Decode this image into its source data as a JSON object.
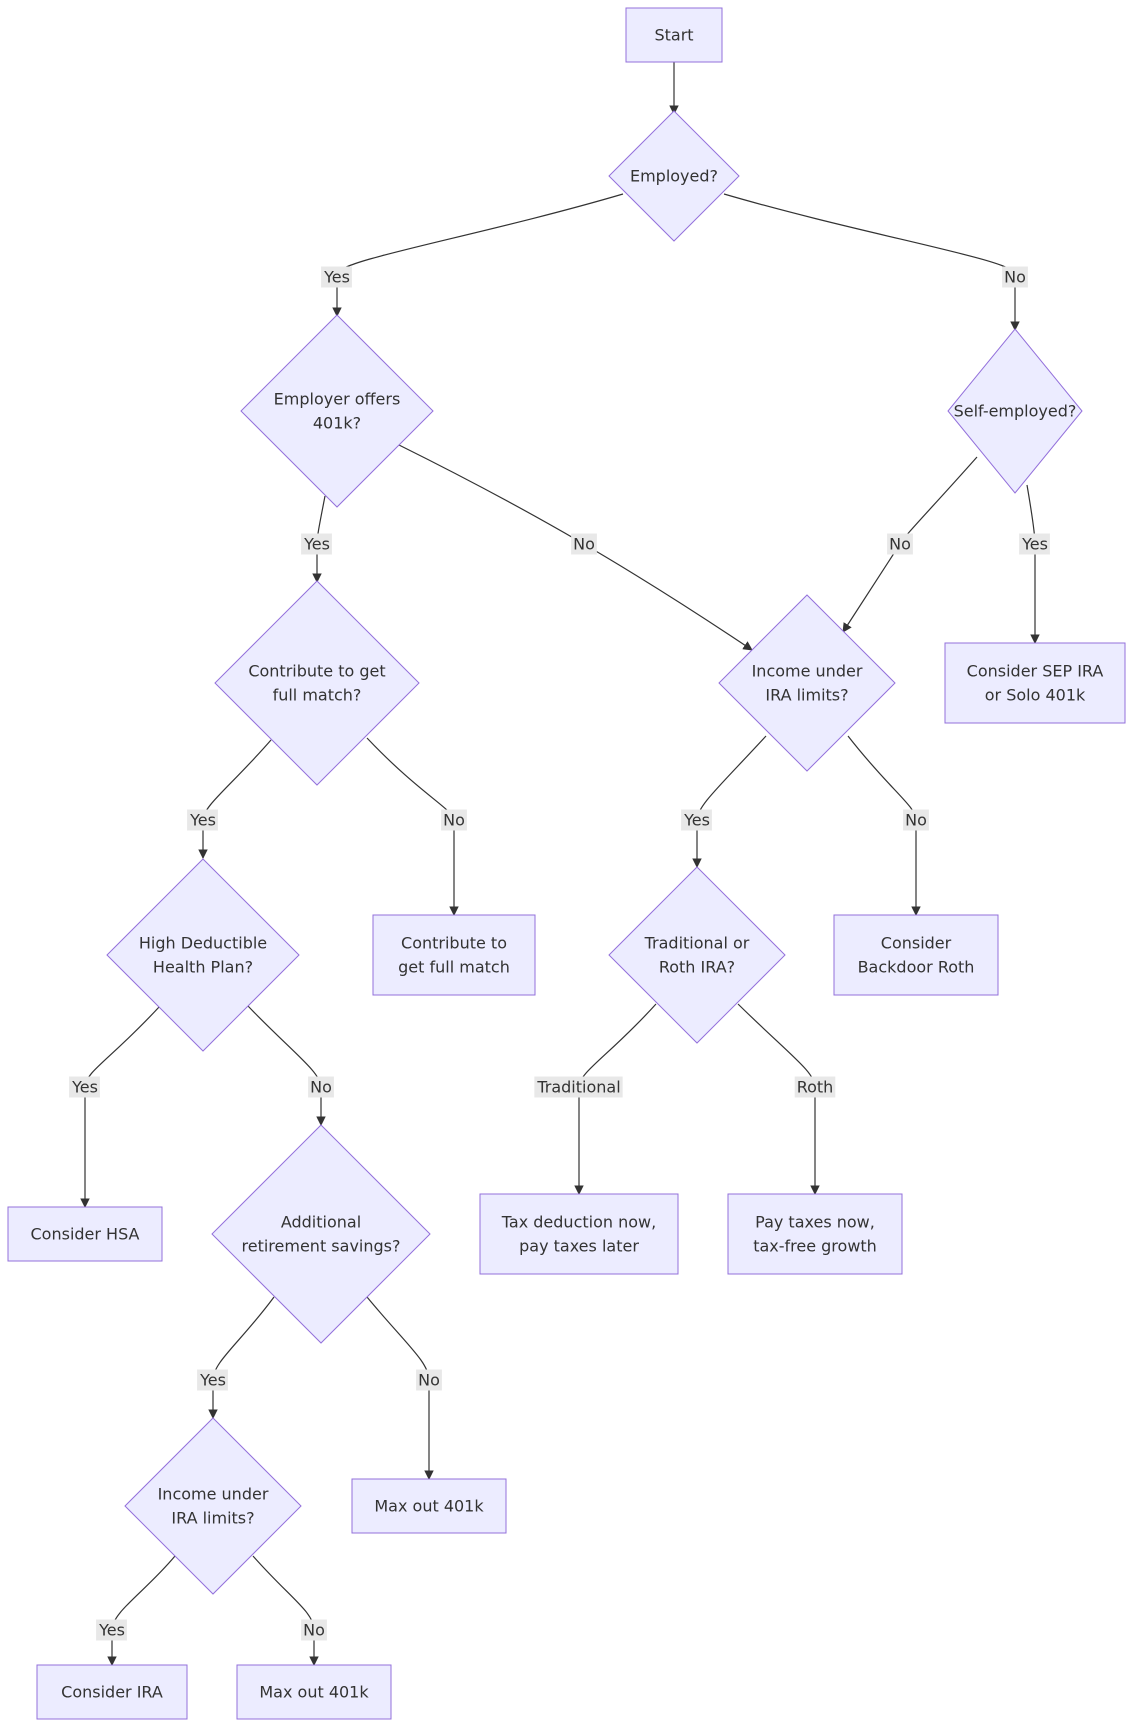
{
  "nodes": {
    "start": {
      "lines": [
        "Start"
      ]
    },
    "employed": {
      "lines": [
        "Employed?"
      ]
    },
    "employer_401k": {
      "lines": [
        "Employer offers",
        "401k?"
      ]
    },
    "self_employed": {
      "lines": [
        "Self-employed?"
      ]
    },
    "full_match_q": {
      "lines": [
        "Contribute to get",
        "full match?"
      ]
    },
    "income_ira_1": {
      "lines": [
        "Income under",
        "IRA limits?"
      ]
    },
    "sep_ira": {
      "lines": [
        "Consider SEP IRA",
        "or Solo 401k"
      ]
    },
    "hdhp": {
      "lines": [
        "High Deductible",
        "Health Plan?"
      ]
    },
    "contribute_match": {
      "lines": [
        "Contribute to",
        "get full match"
      ]
    },
    "trad_roth": {
      "lines": [
        "Traditional or",
        "Roth IRA?"
      ]
    },
    "backdoor_roth": {
      "lines": [
        "Consider",
        "Backdoor Roth"
      ]
    },
    "hsa": {
      "lines": [
        "Consider HSA"
      ]
    },
    "additional_savings": {
      "lines": [
        "Additional",
        "retirement savings?"
      ]
    },
    "tax_deduction": {
      "lines": [
        "Tax deduction now,",
        "pay taxes later"
      ]
    },
    "pay_taxes_now": {
      "lines": [
        "Pay taxes now,",
        "tax-free growth"
      ]
    },
    "income_ira_2": {
      "lines": [
        "Income under",
        "IRA limits?"
      ]
    },
    "max_401k_1": {
      "lines": [
        "Max out 401k"
      ]
    },
    "consider_ira": {
      "lines": [
        "Consider IRA"
      ]
    },
    "max_401k_2": {
      "lines": [
        "Max out 401k"
      ]
    }
  },
  "edges": {
    "start_employed": {
      "label": ""
    },
    "employed_yes": {
      "label": "Yes"
    },
    "employed_no": {
      "label": "No"
    },
    "employer_yes": {
      "label": "Yes"
    },
    "employer_no": {
      "label": "No"
    },
    "self_no": {
      "label": "No"
    },
    "self_yes": {
      "label": "Yes"
    },
    "match_yes": {
      "label": "Yes"
    },
    "match_no": {
      "label": "No"
    },
    "ira1_yes": {
      "label": "Yes"
    },
    "ira1_no": {
      "label": "No"
    },
    "hdhp_yes": {
      "label": "Yes"
    },
    "hdhp_no": {
      "label": "No"
    },
    "tr_traditional": {
      "label": "Traditional"
    },
    "tr_roth": {
      "label": "Roth"
    },
    "add_yes": {
      "label": "Yes"
    },
    "add_no": {
      "label": "No"
    },
    "ira2_yes": {
      "label": "Yes"
    },
    "ira2_no": {
      "label": "No"
    }
  },
  "colors": {
    "node_fill": "#ECECFF",
    "node_stroke": "#9370DB",
    "edge": "#333333",
    "label_bg": "#e8e8e8"
  }
}
